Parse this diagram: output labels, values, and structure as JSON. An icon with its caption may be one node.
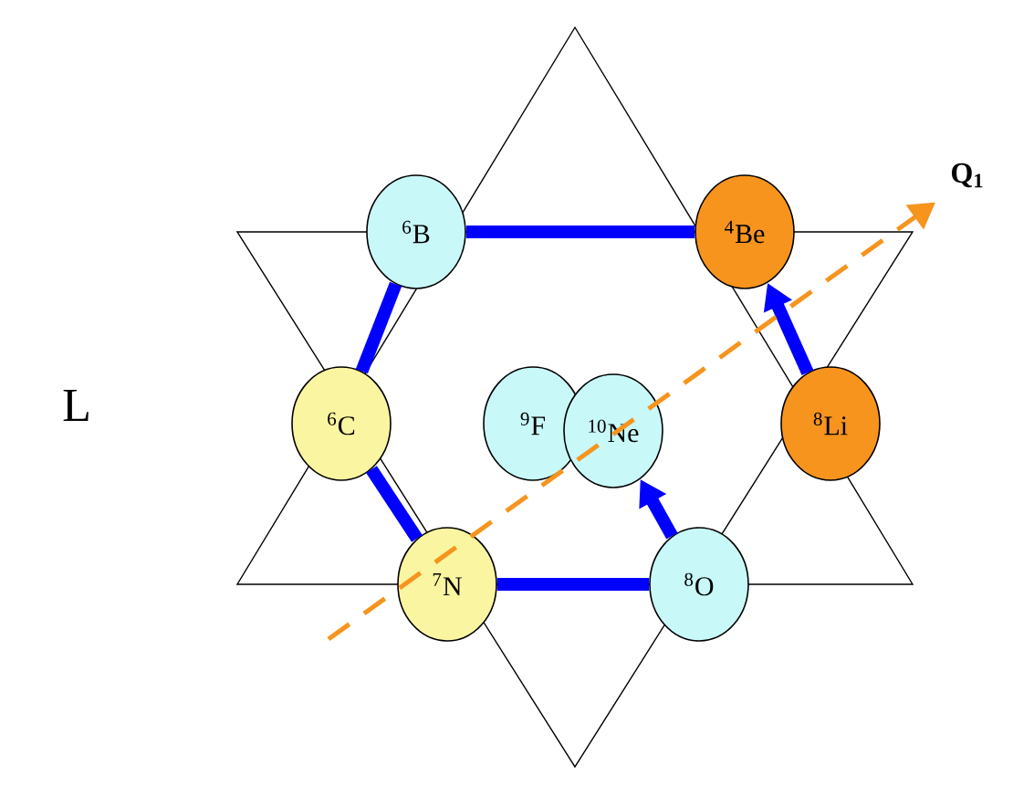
{
  "diagram": {
    "nodes": [
      {
        "text": [
          "$^{6}$B"
        ]
      },
      {
        "text": [
          "$^{4}$Be"
        ]
      },
      {
        "text": [
          "$^{6}$C"
        ]
      },
      {
        "text": [
          "$^{9}$F"
        ]
      },
      {
        "text": [
          "$^{10}$Ne"
        ]
      },
      {
        "text": [
          "$^{8}$Li"
        ]
      },
      {
        "text": [
          "$^{7}$N"
        ]
      },
      {
        "text": [
          "$^{8}$O"
        ]
      },
      {
        "text": [
          "Q$_{1}$"
        ]
      }
    ],
    "edges": [
      {
        "from": 0,
        "to": 1,
        "arrow": "none"
      },
      {
        "from": 0,
        "to": 2,
        "arrow": "none"
      },
      {
        "from": 2,
        "to": 6,
        "arrow": "none"
      },
      {
        "from": 6,
        "to": 7,
        "arrow": "none"
      },
      {
        "from": 7,
        "to": 4,
        "arrow": "to"
      },
      {
        "from": 5,
        "to": 1,
        "arrow": "to"
      },
      {
        "from": null,
        "to": 8,
        "arrow": "to",
        "style": "dashed",
        "color": "#f7941d"
      }
    ],
    "labels": [
      "L"
    ]
  }
}
